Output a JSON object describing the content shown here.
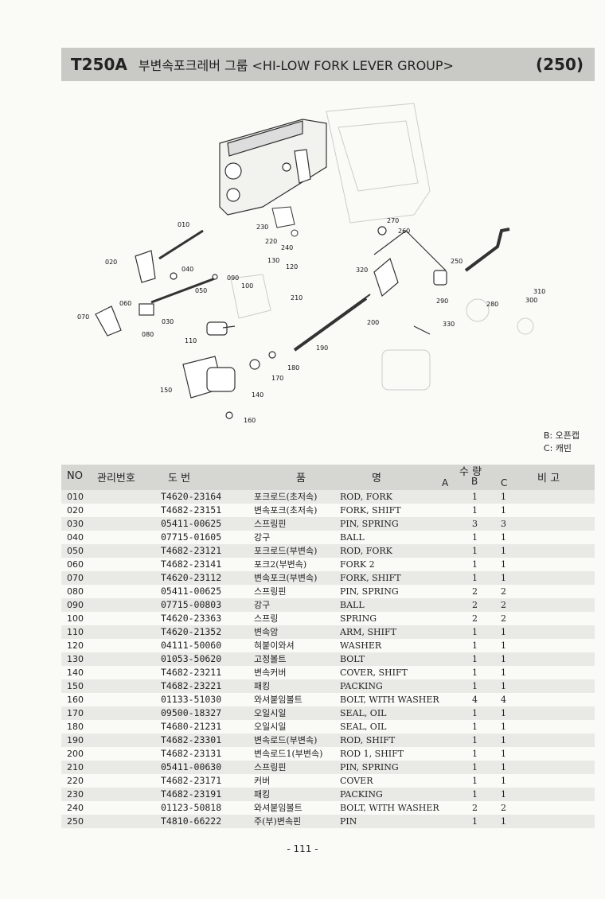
{
  "header": {
    "code": "T250A",
    "title": "부변속포크레버 그룹 <HI-LOW FORK LEVER GROUP>",
    "group_no": "(250)"
  },
  "diagram": {
    "callouts": [
      "010",
      "020",
      "030",
      "040",
      "050",
      "060",
      "070",
      "080",
      "090",
      "100",
      "110",
      "120",
      "130",
      "140",
      "150",
      "160",
      "170",
      "180",
      "190",
      "200",
      "210",
      "220",
      "230",
      "240",
      "250",
      "260",
      "270",
      "280",
      "290",
      "300",
      "310",
      "320",
      "330"
    ]
  },
  "notes": {
    "b": "B: 오픈캡",
    "c": "C: 캐빈"
  },
  "table": {
    "headers": {
      "no": "NO",
      "mgmt": "관리번호",
      "drawing": "도  번",
      "name_a": "품",
      "name_b": "명",
      "qty": "수 량",
      "qty_a": "A",
      "qty_b": "B",
      "qty_c": "C",
      "remark": "비  고"
    },
    "rows": [
      {
        "no": "010",
        "part": "T4620-23164",
        "kname": "포크로드(초저속)",
        "ename": "ROD, FORK",
        "b": "1",
        "c": "1"
      },
      {
        "no": "020",
        "part": "T4682-23151",
        "kname": "변속포크(초저속)",
        "ename": "FORK, SHIFT",
        "b": "1",
        "c": "1"
      },
      {
        "no": "030",
        "part": "05411-00625",
        "kname": "스프링핀",
        "ename": "PIN, SPRING",
        "b": "3",
        "c": "3"
      },
      {
        "no": "040",
        "part": "07715-01605",
        "kname": "강구",
        "ename": "BALL",
        "b": "1",
        "c": "1"
      },
      {
        "no": "050",
        "part": "T4682-23121",
        "kname": "포크로드(부변속)",
        "ename": "ROD, FORK",
        "b": "1",
        "c": "1"
      },
      {
        "no": "060",
        "part": "T4682-23141",
        "kname": "포크2(부변속)",
        "ename": "FORK 2",
        "b": "1",
        "c": "1"
      },
      {
        "no": "070",
        "part": "T4620-23112",
        "kname": "변속포크(부변속)",
        "ename": "FORK, SHIFT",
        "b": "1",
        "c": "1"
      },
      {
        "no": "080",
        "part": "05411-00625",
        "kname": "스프링핀",
        "ename": "PIN, SPRING",
        "b": "2",
        "c": "2"
      },
      {
        "no": "090",
        "part": "07715-00803",
        "kname": "강구",
        "ename": "BALL",
        "b": "2",
        "c": "2"
      },
      {
        "no": "100",
        "part": "T4620-23363",
        "kname": "스프링",
        "ename": "SPRING",
        "b": "2",
        "c": "2"
      },
      {
        "no": "110",
        "part": "T4620-21352",
        "kname": "변속암",
        "ename": "ARM, SHIFT",
        "b": "1",
        "c": "1"
      },
      {
        "no": "120",
        "part": "04111-50060",
        "kname": "혀붙이와셔",
        "ename": "WASHER",
        "b": "1",
        "c": "1"
      },
      {
        "no": "130",
        "part": "01053-50620",
        "kname": "고정볼트",
        "ename": "BOLT",
        "b": "1",
        "c": "1"
      },
      {
        "no": "140",
        "part": "T4682-23211",
        "kname": "변속커버",
        "ename": "COVER, SHIFT",
        "b": "1",
        "c": "1"
      },
      {
        "no": "150",
        "part": "T4682-23221",
        "kname": "패킹",
        "ename": "PACKING",
        "b": "1",
        "c": "1"
      },
      {
        "no": "160",
        "part": "01133-51030",
        "kname": "와셔붙임볼트",
        "ename": "BOLT, WITH WASHER",
        "b": "4",
        "c": "4"
      },
      {
        "no": "170",
        "part": "09500-18327",
        "kname": "오일시일",
        "ename": "SEAL, OIL",
        "b": "1",
        "c": "1"
      },
      {
        "no": "180",
        "part": "T4680-21231",
        "kname": "오일시일",
        "ename": "SEAL, OIL",
        "b": "1",
        "c": "1"
      },
      {
        "no": "190",
        "part": "T4682-23301",
        "kname": "변속로드(부변속)",
        "ename": "ROD, SHIFT",
        "b": "1",
        "c": "1"
      },
      {
        "no": "200",
        "part": "T4682-23131",
        "kname": "변속로드1(부변속)",
        "ename": "ROD 1, SHIFT",
        "b": "1",
        "c": "1"
      },
      {
        "no": "210",
        "part": "05411-00630",
        "kname": "스프링핀",
        "ename": "PIN, SPRING",
        "b": "1",
        "c": "1"
      },
      {
        "no": "220",
        "part": "T4682-23171",
        "kname": "커버",
        "ename": "COVER",
        "b": "1",
        "c": "1"
      },
      {
        "no": "230",
        "part": "T4682-23191",
        "kname": "패킹",
        "ename": "PACKING",
        "b": "1",
        "c": "1"
      },
      {
        "no": "240",
        "part": "01123-50818",
        "kname": "와셔붙임볼트",
        "ename": "BOLT, WITH WASHER",
        "b": "2",
        "c": "2"
      },
      {
        "no": "250",
        "part": "T4810-66222",
        "kname": "주(부)변속핀",
        "ename": "PIN",
        "b": "1",
        "c": "1"
      }
    ]
  },
  "footer": {
    "page": "- 111 -"
  }
}
